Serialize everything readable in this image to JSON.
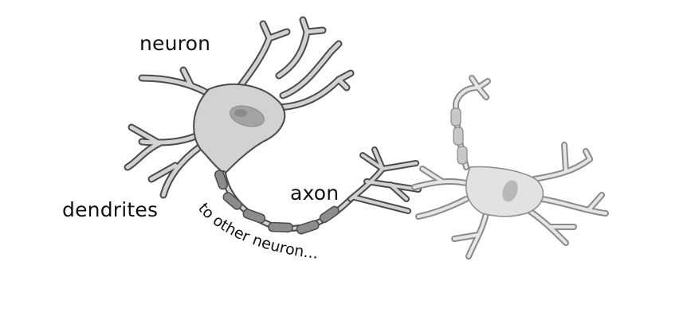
{
  "labels": {
    "neuron": "neuron",
    "axon": "axon",
    "dendrites": "dendrites",
    "to_other_neuron": "to other neuron..."
  },
  "colors": {
    "cell_fill_main": "#d2d2d2",
    "cell_fill_faded": "#e2e2e2",
    "outline_main": "#4a4a4a",
    "outline_faded": "#8a8a8a",
    "nucleus": "#9a9a9a",
    "myelin": "#8c8c8c"
  }
}
